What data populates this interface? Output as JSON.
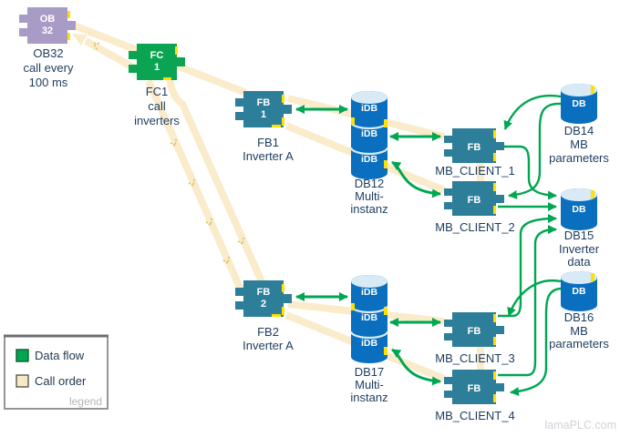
{
  "watermark": "lamaPLC.com",
  "legend": {
    "title": "legend",
    "items": [
      {
        "label": "Data flow",
        "color": "#00a651"
      },
      {
        "label": "Call order",
        "color": "#f7e9c4"
      }
    ]
  },
  "nodes": {
    "ob32": {
      "block": [
        "OB",
        "32"
      ],
      "caption": [
        "OB32",
        "call every",
        "100 ms"
      ]
    },
    "fc1": {
      "block": [
        "FC",
        "1"
      ],
      "caption": [
        "FC1",
        "call",
        "inverters"
      ]
    },
    "fb1": {
      "block": [
        "FB",
        "1"
      ],
      "caption": [
        "FB1",
        "Inverter A"
      ]
    },
    "fb2": {
      "block": [
        "FB",
        "2"
      ],
      "caption": [
        "FB2",
        "Inverter A"
      ]
    },
    "mbc1": {
      "block": [
        "FB"
      ],
      "caption": [
        "MB_CLIENT_1"
      ]
    },
    "mbc2": {
      "block": [
        "FB"
      ],
      "caption": [
        "MB_CLIENT_2"
      ]
    },
    "mbc3": {
      "block": [
        "FB"
      ],
      "caption": [
        "MB_CLIENT_3"
      ]
    },
    "mbc4": {
      "block": [
        "FB"
      ],
      "caption": [
        "MB_CLIENT_4"
      ]
    },
    "db12": {
      "segments": [
        "iDB",
        "iDB",
        "iDB"
      ],
      "caption": [
        "DB12",
        "Multi-",
        "instanz"
      ]
    },
    "db17": {
      "segments": [
        "iDB",
        "iDB",
        "iDB"
      ],
      "caption": [
        "DB17",
        "Multi-",
        "instanz"
      ]
    },
    "db14": {
      "segments": [
        "DB"
      ],
      "caption": [
        "DB14",
        "MB",
        "parameters"
      ]
    },
    "db15": {
      "segments": [
        "DB"
      ],
      "caption": [
        "DB15",
        "Inverter",
        "data"
      ]
    },
    "db16": {
      "segments": [
        "DB"
      ],
      "caption": [
        "DB16",
        "MB",
        "parameters"
      ]
    }
  },
  "edges": {
    "call_order": [
      "FC1->OB32",
      "OB32->FB1",
      "FC1->FB2",
      "FB1->MB_CLIENT_1",
      "FB1->MB_CLIENT_2",
      "MB_CLIENT_1->MB_CLIENT_2",
      "FB2->MB_CLIENT_3",
      "FB2->MB_CLIENT_4",
      "MB_CLIENT_3->MB_CLIENT_4"
    ],
    "data_flow": [
      "FB1<->DB12",
      "DB12<->MB_CLIENT_1",
      "DB12<->MB_CLIENT_2",
      "FB2<->DB17",
      "DB17<->MB_CLIENT_3",
      "DB17<->MB_CLIENT_4",
      "DB14->MB_CLIENT_1",
      "DB14->MB_CLIENT_2",
      "DB16->MB_CLIENT_3",
      "DB16->MB_CLIENT_4",
      "MB_CLIENT_1->DB15",
      "MB_CLIENT_2->DB15",
      "MB_CLIENT_3->DB15",
      "MB_CLIENT_4->DB15"
    ]
  },
  "colors": {
    "ob_block": "#a89cc6",
    "fc_block": "#0ba452",
    "fb_block": "#2d7e99",
    "db_body": "#0a6fbe",
    "db_top": "#d7eaf6",
    "data_flow": "#00a651",
    "call_order": "#faeccb",
    "caption_text": "#1d3c5e",
    "connector_stub": "#ffe000"
  }
}
